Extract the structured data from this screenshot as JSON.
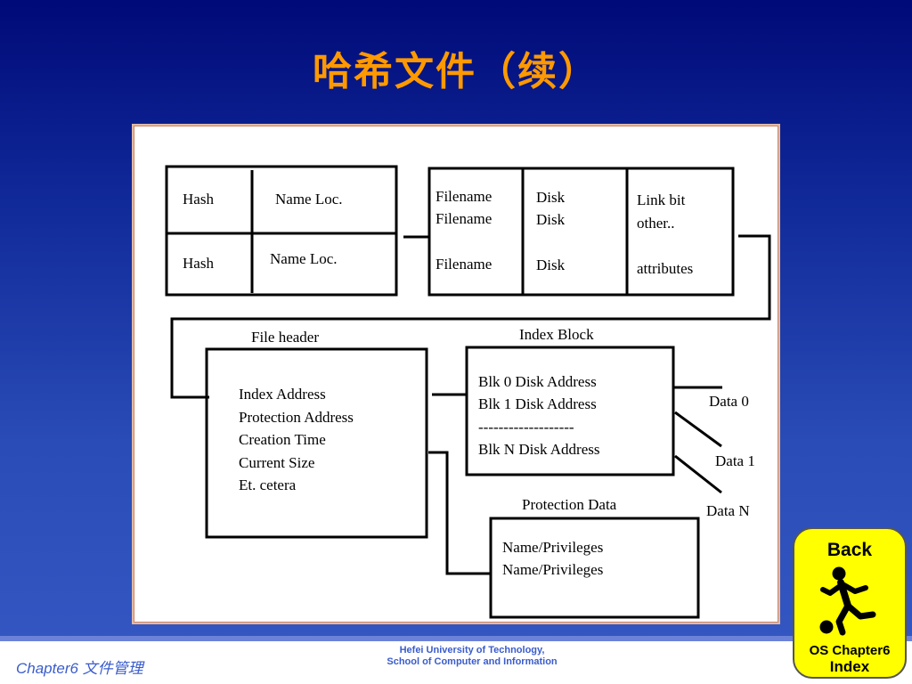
{
  "slide": {
    "title": "哈希文件（续）"
  },
  "diagram": {
    "hash_table": {
      "rows": [
        {
          "hash": "Hash",
          "name_loc": "Name Loc."
        },
        {
          "hash": "Hash",
          "name_loc": "Name Loc."
        }
      ]
    },
    "filename_table": {
      "filename_col": [
        "Filename",
        "Filename",
        "Filename"
      ],
      "disk_col": [
        "Disk",
        "Disk",
        "Disk"
      ],
      "attr_col": [
        "Link bit",
        "other..",
        "attributes"
      ]
    },
    "file_header": {
      "label": "File header",
      "lines": [
        "Index Address",
        "Protection Address",
        "Creation Time",
        "Current Size",
        "Et. cetera"
      ]
    },
    "index_block": {
      "label": "Index Block",
      "lines": [
        "Blk 0  Disk Address",
        "Blk 1  Disk Address",
        "-------------------",
        "Blk N  Disk Address"
      ]
    },
    "data_labels": [
      "Data 0",
      "Data 1",
      "Data N"
    ],
    "protection_data": {
      "label": "Protection Data",
      "lines": [
        "Name/Privileges",
        "Name/Privileges"
      ]
    }
  },
  "footer": {
    "chapter": "Chapter6 文件管理",
    "university_line1": "Hefei University of Technology,",
    "university_line2": "School of Computer and Information"
  },
  "nav_button": {
    "back": "Back",
    "chapter": "OS Chapter6",
    "index": "Index",
    "icon": "running-figure-icon"
  },
  "colors": {
    "title": "#ff9900",
    "nav_button_bg": "#ffff00",
    "footer_text": "#3a5ccc"
  }
}
